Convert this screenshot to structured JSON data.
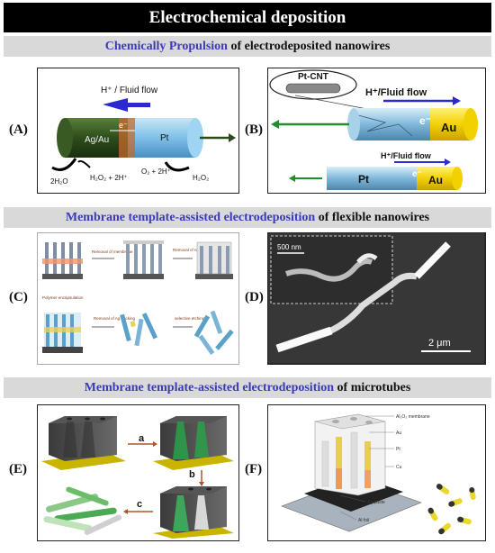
{
  "title": "Electrochemical deposition",
  "sections": [
    {
      "highlight": "Chemically Propulsion",
      "rest": "  of electrodeposited nanowires"
    },
    {
      "highlight": "Membrane template-assisted electrodeposition",
      "rest": " of  flexible nanowires"
    },
    {
      "highlight": "Membrane template-assisted electrodeposition",
      "rest": " of microtubes"
    }
  ],
  "labels": {
    "a": "(A)",
    "b": "(B)",
    "c": "(C)",
    "d": "(D)",
    "e": "(E)",
    "f": "(F)"
  },
  "panelA": {
    "flow": "H⁺ / Fluid flow",
    "agau": "Ag/Au",
    "electron": "e⁻",
    "pt": "Pt",
    "left_react": "2H₂O",
    "left_prod": "H₂O₂ + 2H⁺",
    "right_react": "O₂ + 2H⁺",
    "right_prod": "H₂O₂"
  },
  "panelB": {
    "cnt": "Pt-CNT",
    "flow1": "H⁺/Fluid flow",
    "electron": "e⁻",
    "au1": "Au",
    "flow2": "H⁺/Fluid flow",
    "pt": "Pt",
    "electron2": "e⁻",
    "au2": "Au"
  },
  "panelC": {
    "removal_membrane": "Removal of membrane",
    "removal_polish": "Removal of nail polish",
    "polymer": "Polymer encapsulation",
    "removal_ag": "Removal of Ag backing",
    "selective": "selective etching"
  },
  "panelD": {
    "scale_small": "500 nm",
    "scale_big": "2 μm"
  },
  "panelE": {
    "step_a": "a",
    "step_b": "b",
    "step_c": "c"
  },
  "panelF": {
    "membrane": "Al₂O₃ membrane",
    "au": "Au",
    "pt": "Pt",
    "cu": "Cu",
    "ag": "Ag paste",
    "al": "Al foil"
  }
}
